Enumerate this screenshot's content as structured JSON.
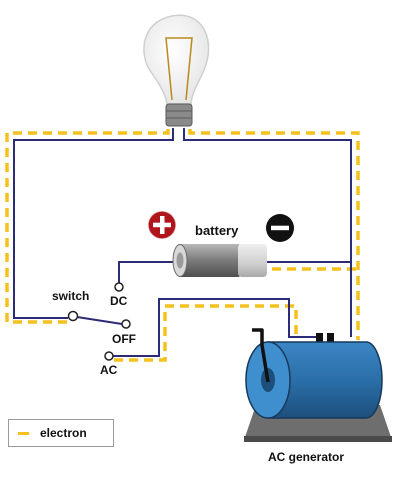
{
  "labels": {
    "battery": "battery",
    "switch": "switch",
    "dc": "DC",
    "off": "OFF",
    "ac": "AC",
    "generator": "AC generator"
  },
  "battery_terminals": {
    "positive": "+",
    "negative": "−"
  },
  "legend": {
    "text": "electron"
  },
  "colors": {
    "wire": "#2b2b78",
    "electron": "#f5c11d",
    "battery_body": "#8c8c8c",
    "battery_cap": "#d4d4d4",
    "positive_badge": "#b0151b",
    "negative_badge": "#111111",
    "generator_body": "#2b6fa9",
    "generator_face": "#3f8fce",
    "generator_base": "#6e6e6e"
  }
}
